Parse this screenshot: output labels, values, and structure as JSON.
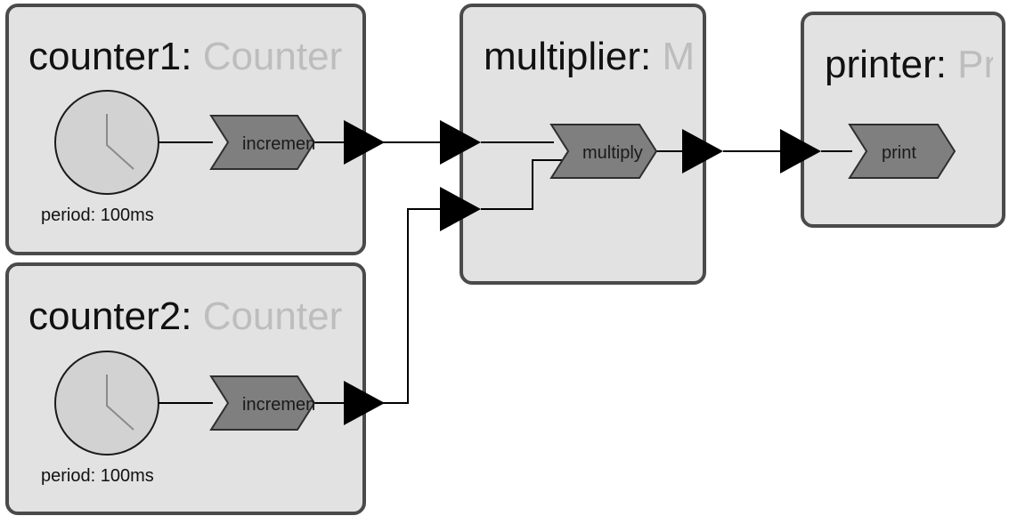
{
  "reactors": {
    "counter1": {
      "title": "counter1: ",
      "title_faded": "Counter",
      "reaction_label": "increment",
      "period": "period: 100ms"
    },
    "counter2": {
      "title": "counter2: ",
      "title_faded": "Counter",
      "reaction_label": "increment",
      "period": "period: 100ms"
    },
    "multiplier": {
      "title": "multiplier: ",
      "title_faded": "Multiplier",
      "reaction_label": "multiply"
    },
    "printer": {
      "title": "printer: ",
      "title_faded": "Printer",
      "reaction_label": "print"
    }
  }
}
